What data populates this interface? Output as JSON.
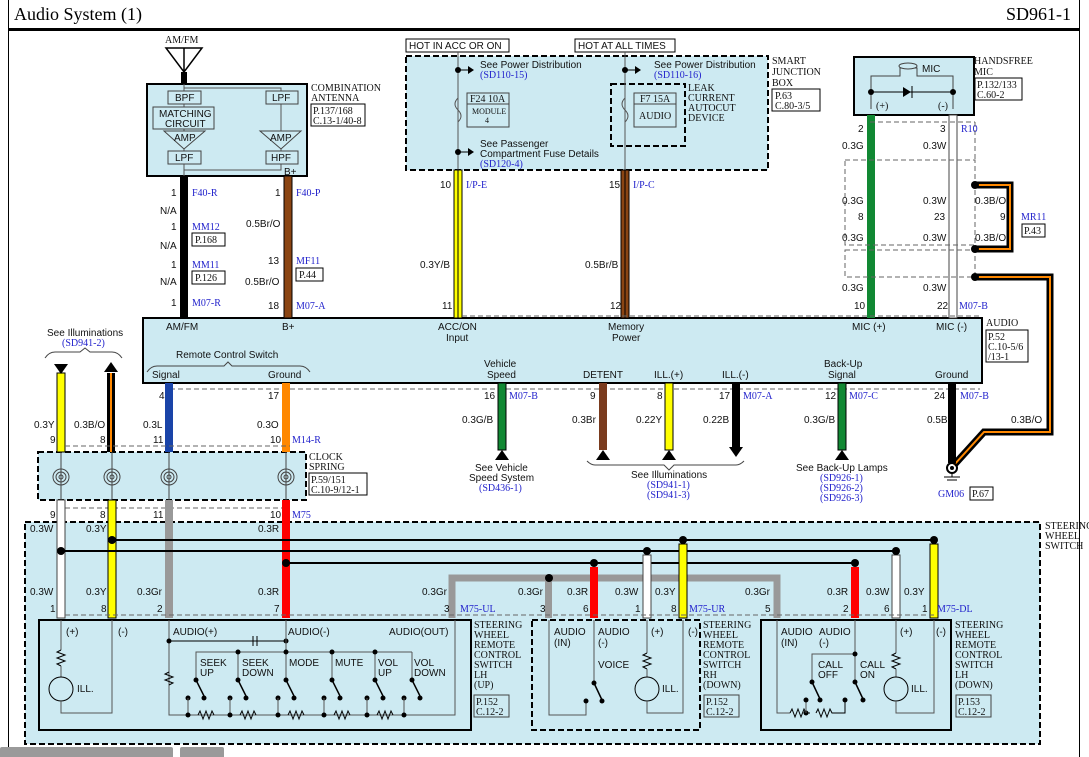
{
  "header": {
    "title": "Audio System (1)",
    "code": "SD961-1"
  },
  "antenna": {
    "symbol_label": "AM/FM",
    "name": [
      "COMBINATION",
      "ANTENNA"
    ],
    "ref": [
      "P.137/168",
      "C.13-1/40-8"
    ],
    "blocks": {
      "bpf": "BPF",
      "matching": [
        "MATCHING",
        "CIRCUIT"
      ],
      "amp1": "AMP",
      "lpf1": "LPF",
      "lpf2": "LPF",
      "amp2": "AMP",
      "hpf": "HPF",
      "bplus": "B+"
    }
  },
  "sjb": {
    "hot_acc": "HOT IN ACC OR ON",
    "hot_all": "HOT AT ALL TIMES",
    "name": [
      "SMART",
      "JUNCTION",
      "BOX"
    ],
    "ref": [
      "P.63",
      "C.80-3/5"
    ],
    "pd1": [
      "See Power Distribution",
      "(SD110-15)"
    ],
    "pd2": [
      "See Power Distribution",
      "(SD110-16)"
    ],
    "pcfd": [
      "See Passenger",
      "Compartment Fuse Details",
      "(SD120-4)"
    ],
    "fuse1": [
      "F24 10A",
      "MODULE",
      "4"
    ],
    "fuse2": [
      "F7 15A",
      "AUDIO"
    ],
    "leak": [
      "LEAK",
      "CURRENT",
      "AUTOCUT",
      "DEVICE"
    ]
  },
  "mic": {
    "name": [
      "HANDSFREE",
      "MIC"
    ],
    "ref": [
      "P.132/133",
      "C.60-2"
    ],
    "label": "MIC",
    "plus": "(+)",
    "minus": "(-)"
  },
  "wires_top": {
    "amfm": {
      "pins": [
        "1",
        "1",
        "1",
        "1"
      ],
      "conns": [
        "F40-R",
        "MM12",
        "MM11",
        "M07-R"
      ],
      "wires": [
        "N/A",
        "N/A",
        "N/A"
      ],
      "refs": [
        "P.168",
        "P.126"
      ]
    },
    "bplus": {
      "pins": [
        "1",
        "13",
        "18"
      ],
      "conns": [
        "F40-P",
        "MF11",
        "M07-A"
      ],
      "wires": [
        "0.5Br/O",
        "0.5Br/O"
      ],
      "refs": [
        "P.44"
      ]
    },
    "acc": {
      "pins": [
        "10",
        "11"
      ],
      "conn": "I/P-E",
      "wire": "0.3Y/B"
    },
    "mem": {
      "pins": [
        "15",
        "12"
      ],
      "conn": "I/P-C",
      "wire": "0.5Br/B"
    },
    "micp": {
      "pins": [
        "2",
        "8",
        "10"
      ],
      "wire": "0.3G"
    },
    "micm": {
      "pins": [
        "3",
        "23",
        "22"
      ],
      "conns": [
        "R10",
        "M07-B"
      ],
      "wire": "0.3W"
    },
    "shield": {
      "pin": "9",
      "conn": "MR11",
      "ref": "P.43",
      "wire": "0.3B/O"
    }
  },
  "audio_unit": {
    "name": "AUDIO",
    "ref": [
      "P.52",
      "C.10-5/6",
      "/13-1"
    ],
    "top_pins": [
      "AM/FM",
      "B+",
      "ACC/ON",
      "Input",
      "Memory",
      "Power",
      "MIC (+)",
      "MIC (-)"
    ],
    "rcs": "Remote Control Switch",
    "bottom_pins": [
      "Signal",
      "Ground",
      "Vehicle",
      "Speed",
      "DETENT",
      "ILL.(+)",
      "ILL.(-)",
      "Back-Up",
      "Signal",
      "Ground"
    ]
  },
  "wires_mid": {
    "ill_ref": [
      "See Illuminations",
      "(SD941-2)"
    ],
    "signal": {
      "pin": "4",
      "wire": "0.3L"
    },
    "ground": {
      "pin": "17",
      "wire": "0.3O"
    },
    "left_y": {
      "wire": "0.3Y"
    },
    "left_bo": {
      "wire": "0.3B/O"
    },
    "vss": {
      "pin": "16",
      "conn": "M07-B",
      "wire": "0.3G/B",
      "ref": [
        "See Vehicle",
        "Speed System",
        "(SD436-1)"
      ]
    },
    "detent": {
      "pin": "9",
      "wire": "0.3Br"
    },
    "illp": {
      "pin": "8",
      "wire": "0.22Y"
    },
    "illm": {
      "pin": "17",
      "conn": "M07-A",
      "wire": "0.22B"
    },
    "ill_ref2": [
      "See Illuminations",
      "(SD941-1)",
      "(SD941-3)"
    ],
    "backup": {
      "pin": "12",
      "conn": "M07-C",
      "wire": "0.3G/B",
      "ref": [
        "See Back-Up Lamps",
        "(SD926-1)",
        "(SD926-2)",
        "(SD926-3)"
      ]
    },
    "gnd": {
      "pin": "24",
      "conn": "M07-B",
      "wire": "0.5B",
      "ground": "GM06",
      "ref": "P.67",
      "shield_wire": "0.3B/O"
    }
  },
  "clock_spring": {
    "name": [
      "CLOCK",
      "SPRING"
    ],
    "ref": [
      "P.59/151",
      "C.10-9/12-1"
    ],
    "top_pins": [
      "9",
      "8",
      "11",
      "10"
    ],
    "top_conn": "M14-R",
    "bot_pins": [
      "9",
      "8",
      "11",
      "10"
    ],
    "bot_conn": "M75"
  },
  "sws": {
    "name": [
      "STEERING",
      "WHEEL",
      "SWITCH"
    ],
    "wires": [
      "0.3W",
      "0.3Y",
      "0.3R",
      "0.3W",
      "0.3Y",
      "0.3Gr",
      "0.3R",
      "0.3Gr",
      "0.3Gr",
      "0.3R",
      "0.3W",
      "0.3Y",
      "0.3Gr",
      "0.3R",
      "0.3W",
      "0.3Y"
    ],
    "lh_up": {
      "pins": [
        "1",
        "8",
        "2",
        "7",
        "3"
      ],
      "conn": "M75-UL",
      "labels": [
        "(+)",
        "(-)",
        "AUDIO(+)",
        "AUDIO(-)",
        "AUDIO(OUT)"
      ],
      "buttons": [
        [
          "SEEK",
          "UP"
        ],
        [
          "SEEK",
          "DOWN"
        ],
        [
          "MODE"
        ],
        [
          "MUTE"
        ],
        [
          "VOL",
          "UP"
        ],
        [
          "VOL",
          "DOWN"
        ]
      ],
      "ill": "ILL.",
      "name": [
        "STEERING",
        "WHEEL",
        "REMOTE",
        "CONTROL",
        "SWITCH",
        "LH",
        "(UP)"
      ],
      "ref": [
        "P.152",
        "C.12-2"
      ]
    },
    "rh_down": {
      "pins": [
        "3",
        "6",
        "1",
        "8"
      ],
      "conn": "M75-UR",
      "labels": [
        [
          "AUDIO",
          "(IN)"
        ],
        [
          "AUDIO",
          "(-)"
        ],
        "(+)",
        "(-)"
      ],
      "voice": "VOICE",
      "ill": "ILL.",
      "name": [
        "STEERING",
        "WHEEL",
        "REMOTE",
        "CONTROL",
        "SWITCH",
        "RH",
        "(DOWN)"
      ],
      "ref": [
        "P.152",
        "C.12-2"
      ]
    },
    "lh_down": {
      "pins": [
        "5",
        "2",
        "6",
        "1"
      ],
      "conn": "M75-DL",
      "labels": [
        [
          "AUDIO",
          "(IN)"
        ],
        [
          "AUDIO",
          "(-)"
        ],
        "(+)",
        "(-)"
      ],
      "buttons": [
        [
          "CALL",
          "OFF"
        ],
        [
          "CALL",
          "ON"
        ]
      ],
      "ill": "ILL.",
      "name": [
        "STEERING",
        "WHEEL",
        "REMOTE",
        "CONTROL",
        "SWITCH",
        "LH",
        "(DOWN)"
      ],
      "ref": [
        "P.153",
        "C.12-2"
      ]
    }
  },
  "colors": {
    "panel": "#cdeaf2",
    "black": "#000000",
    "brown": "#8b4513",
    "yellow": "#ffff00",
    "green": "#118833",
    "white": "#ffffff",
    "blue": "#1a44a8",
    "orange": "#ff8800",
    "red": "#ff0000",
    "gray": "#999999",
    "darkbrown": "#7a3b1e",
    "link": "#2222cc"
  }
}
